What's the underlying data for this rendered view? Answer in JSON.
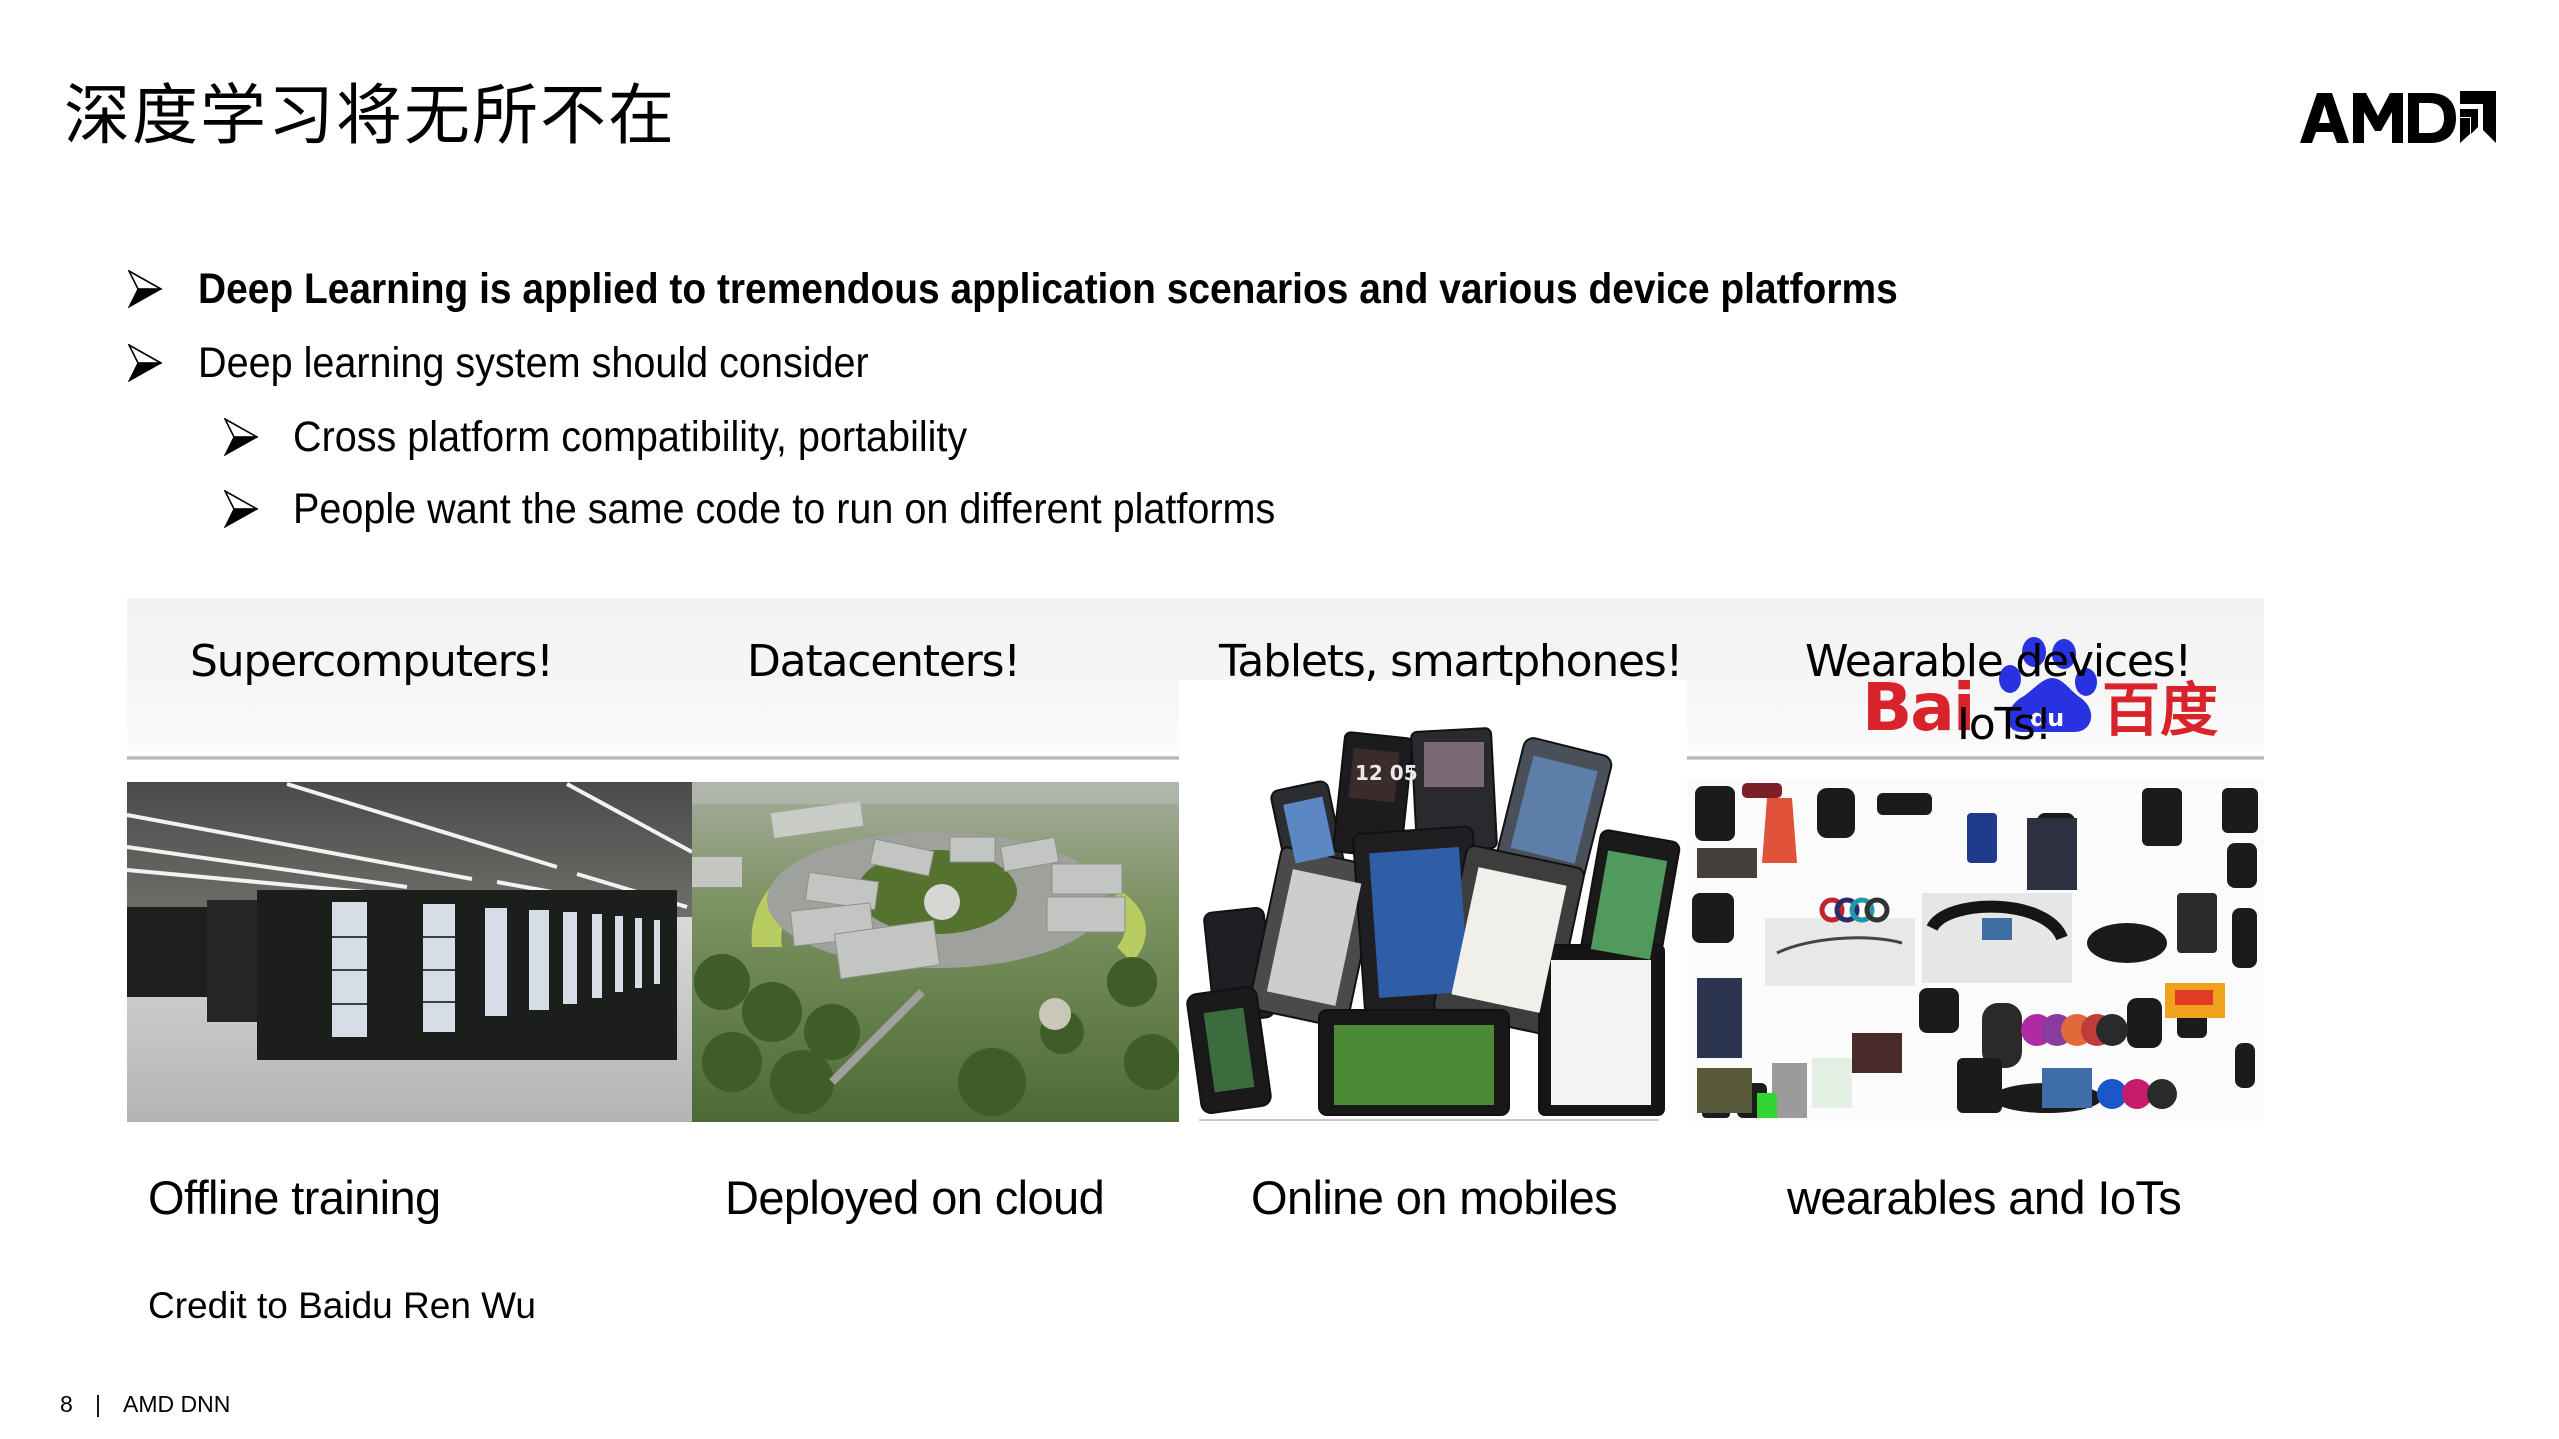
{
  "slide": {
    "title": "深度学习将无所不在",
    "logo_text": "AMD",
    "bullets": [
      {
        "level": 1,
        "bold": true,
        "text": "Deep Learning is applied to tremendous application scenarios and various device platforms"
      },
      {
        "level": 1,
        "bold": false,
        "text": "Deep learning system should consider"
      },
      {
        "level": 2,
        "bold": false,
        "text": "Cross platform compatibility, portability"
      },
      {
        "level": 2,
        "bold": false,
        "text": "People want the same code to run on different platforms"
      }
    ],
    "bullet_icon": "arrowhead-bullet-icon"
  },
  "panel": {
    "headings": [
      "Supercomputers!",
      "Datacenters!",
      "Tablets, smartphones!",
      "Wearable devices!",
      "IoTs!"
    ],
    "baidu_logo": {
      "latin": "Bai",
      "du": "du",
      "chinese": "百度",
      "red": "#d9232a",
      "blue": "#2932e1"
    },
    "photos": [
      {
        "name": "supercomputer-room-photo"
      },
      {
        "name": "datacenter-aerial-photo"
      },
      {
        "name": "phones-tablets-photo"
      },
      {
        "name": "wearables-collage-photo"
      }
    ]
  },
  "captions": [
    "Offline training",
    "Deployed on cloud",
    "Online on mobiles",
    "wearables and IoTs"
  ],
  "credit": "Credit to Baidu Ren Wu",
  "footer": {
    "page_number": "8",
    "separator": "|",
    "label": "AMD DNN"
  },
  "colors": {
    "text": "#000000",
    "panel_bg": "#f3f3f3",
    "panel_line": "#b0b0b0"
  }
}
